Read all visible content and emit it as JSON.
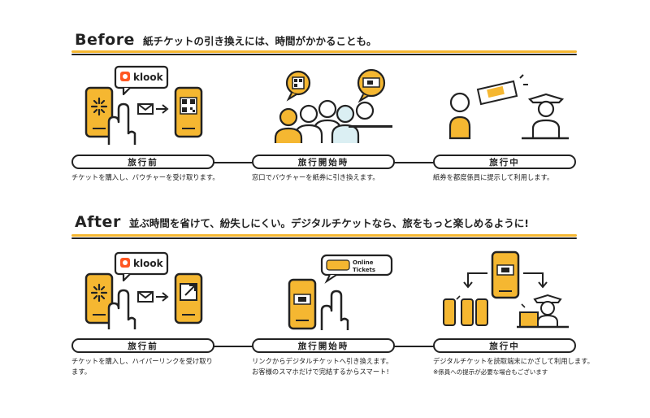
{
  "colors": {
    "accent": "#f5b731",
    "ink": "#222222",
    "brand_klook": "#ff5722"
  },
  "before": {
    "heading": "Before",
    "subheading": "紙チケットの引き換えには、時間がかかることも。",
    "steps": [
      {
        "label": "旅行前",
        "caption": "チケットを購入し、バウチャーを受け取ります。"
      },
      {
        "label": "旅行開始時",
        "caption": "窓口でバウチャーを紙券に引き換えます。"
      },
      {
        "label": "旅行中",
        "caption": "紙券を都度係員に提示して利用します。"
      }
    ],
    "brand": "klook"
  },
  "after": {
    "heading": "After",
    "subheading": "並ぶ時間を省けて、紛失しにくい。デジタルチケットなら、旅をもっと楽しめるように!",
    "steps": [
      {
        "label": "旅行前",
        "caption": "チケットを購入し、ハイパーリンクを受け取り",
        "caption2": "ます。"
      },
      {
        "label": "旅行開始時",
        "caption": "リンクからデジタルチケットへ引き換えます。",
        "caption2": "お客様のスマホだけで完結するからスマート!"
      },
      {
        "label": "旅行中",
        "caption": "デジタルチケットを読取端末にかざして利用します。",
        "note": "※係員への提示が必要な場合もございます"
      }
    ],
    "brand": "klook",
    "online_tickets": "Online\nTickets"
  },
  "icons": [
    "klook-logo-icon",
    "phone-icon",
    "hand-pointer-icon",
    "mail-icon",
    "qr-code-icon",
    "people-queue-icon",
    "ticket-icon",
    "staff-icon",
    "external-link-icon",
    "gate-icon",
    "scanner-icon"
  ]
}
